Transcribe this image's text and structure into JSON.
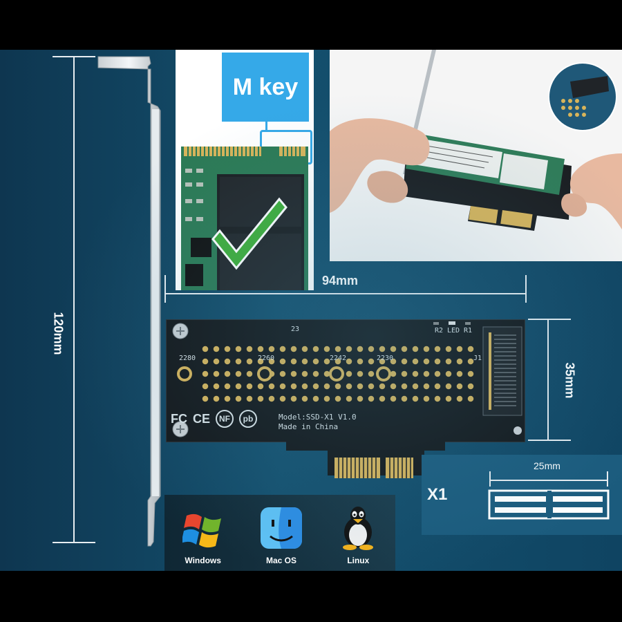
{
  "callout": {
    "m_key_label": "M key"
  },
  "dimensions": {
    "height": "120mm",
    "length": "94mm",
    "width": "35mm",
    "slot_width": "25mm",
    "slot_type": "X1"
  },
  "board": {
    "sizes": [
      "2280",
      "2260",
      "2242",
      "2230"
    ],
    "led_labels": {
      "r2": "R2",
      "led": "LED",
      "r1": "R1"
    },
    "connector_label": "J1",
    "small_id": "23",
    "model": "Model:SSD-X1 V1.0",
    "origin": "Made in China",
    "certifications": [
      "FC",
      "CE",
      "NF",
      "pb"
    ]
  },
  "os_support": [
    {
      "name": "Windows",
      "icon": "windows-logo-icon"
    },
    {
      "name": "Mac OS",
      "icon": "finder-face-icon"
    },
    {
      "name": "Linux",
      "icon": "tux-penguin-icon"
    }
  ],
  "colors": {
    "background": "#14506e",
    "callout_blue": "#35a9e8",
    "pcb_black": "#14171a",
    "gold": "#d8b45a",
    "check_green": "#3fae3a"
  }
}
